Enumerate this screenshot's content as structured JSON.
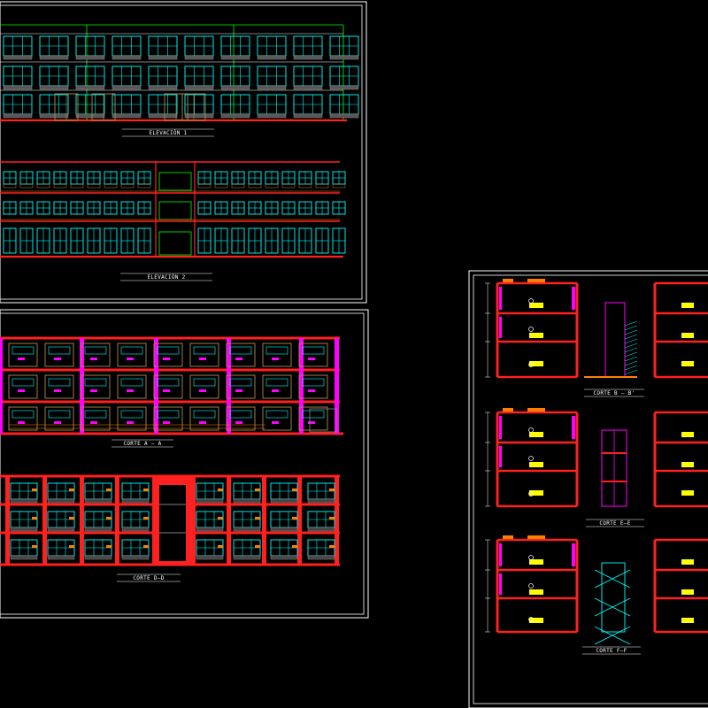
{
  "drawing": {
    "labels": {
      "elev1": "ELEVACIÓN 1",
      "elev2": "ELEVACIÓN 2",
      "corte_aa": "CORTE A – A",
      "corte_dd": "CORTE D–D",
      "corte_bb": "CORTE B – B'",
      "corte_ee": "CORTE E–E",
      "corte_ff": "CORTE F–F"
    },
    "colors": {
      "frame": "#ffffff",
      "cyan": "#00ffff",
      "green": "#00ff00",
      "red": "#ff2020",
      "magenta": "#ff00ff",
      "yellow": "#ffff00",
      "orange": "#ff8000",
      "tan": "#b08a4a",
      "white": "#ffffff",
      "gray": "#8a8a8a"
    }
  }
}
